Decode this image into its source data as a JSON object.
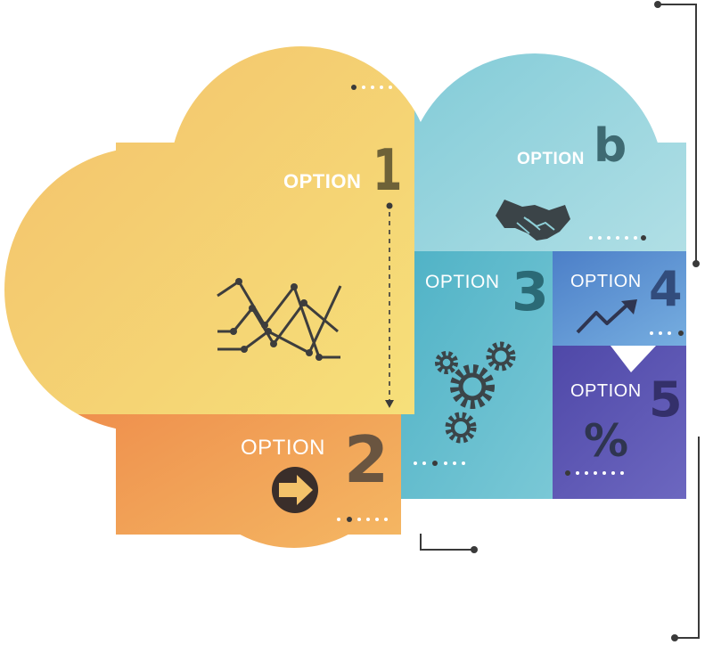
{
  "segments": [
    {
      "id": "1",
      "label": "OPTION",
      "number": "1",
      "color": "#f4c86e",
      "icon": "line-chart-icon"
    },
    {
      "id": "b",
      "label": "OPTION",
      "number": "b",
      "color": "#8fd0d8",
      "icon": "handshake-icon"
    },
    {
      "id": "2",
      "label": "OPTION",
      "number": "2",
      "color": "#f09a58",
      "icon": "arrow-right-circle-icon"
    },
    {
      "id": "3",
      "label": "OPTION",
      "number": "3",
      "color": "#4fb6c8",
      "icon": "gears-icon"
    },
    {
      "id": "4",
      "label": "OPTION",
      "number": "4",
      "color": "#5c8fd0",
      "icon": "trend-up-icon"
    },
    {
      "id": "5",
      "label": "OPTION",
      "number": "5",
      "color": "#5a4fb0",
      "icon": "percent-icon"
    }
  ],
  "percent_symbol": "%",
  "accent_dark": "#3a3a3a"
}
